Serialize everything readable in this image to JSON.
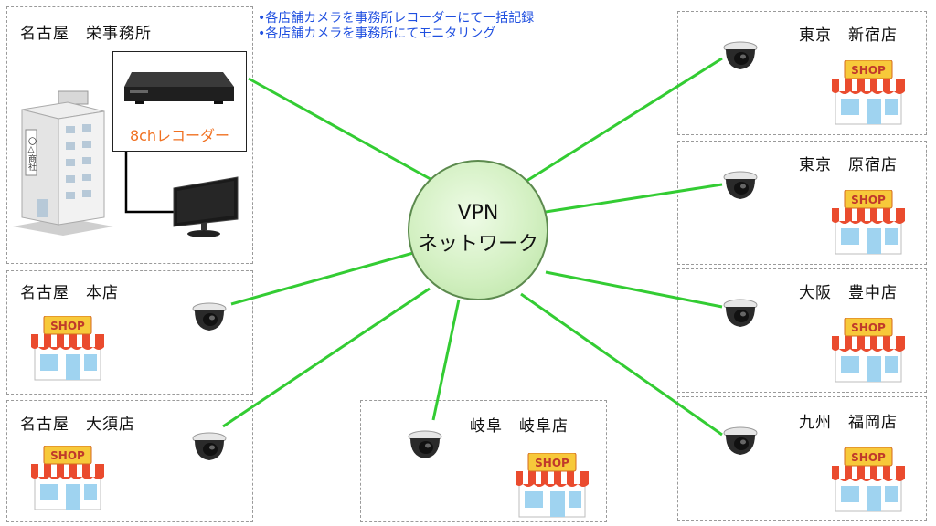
{
  "notes": [
    "•各店舗カメラを事務所レコーダーにて一括記録",
    "•各店舗カメラを事務所にてモニタリング"
  ],
  "office": {
    "label": "名古屋　栄事務所",
    "recorder_label": "8chレコーダー",
    "building_sign": "〇△商社"
  },
  "hub": {
    "line1": "VPN",
    "line2": "ネットワーク"
  },
  "shop_sign": "SHOP",
  "stores": [
    {
      "label": "名古屋　本店"
    },
    {
      "label": "名古屋　大須店"
    },
    {
      "label": "岐阜　岐阜店"
    },
    {
      "label": "東京　新宿店"
    },
    {
      "label": "東京　原宿店"
    },
    {
      "label": "大阪　豊中店"
    },
    {
      "label": "九州　福岡店"
    }
  ],
  "colors": {
    "link": "#33cc33",
    "note_text": "#1f4fe0",
    "recorder_text": "#f07020"
  }
}
